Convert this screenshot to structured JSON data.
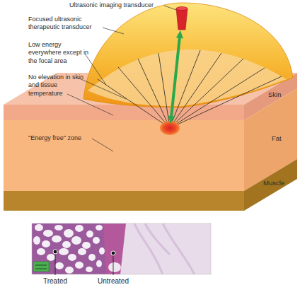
{
  "diagram": {
    "nodes": [
      {
        "text": [
          "Skin"
        ]
      },
      {
        "text": [
          "Fat"
        ]
      },
      {
        "text": [
          "Muscle"
        ]
      }
    ],
    "labels": [
      "Ultrasonic imaging transducer",
      "Focused ultrasonic therapeutic transducer",
      "Low energy everywhere except in the focal area",
      "No elevation in skin and tissue temperature",
      "\"Energy free\" zone",
      "Treated",
      "Untreated"
    ]
  }
}
